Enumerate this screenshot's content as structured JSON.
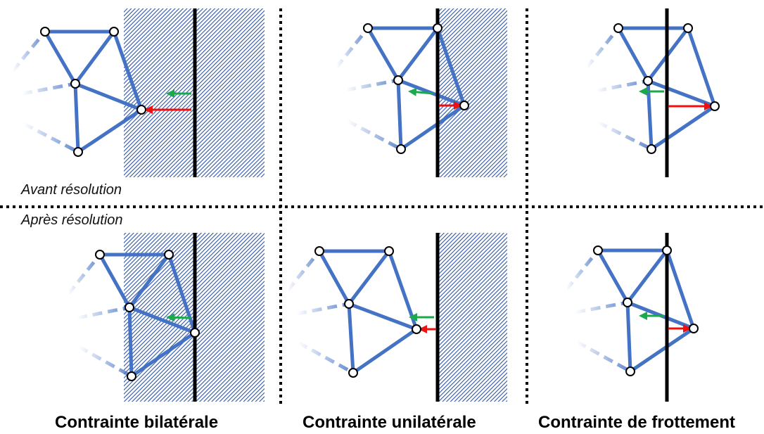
{
  "labels": {
    "before": "Avant résolution",
    "after": "Après résolution"
  },
  "captions": {
    "bilateral": "Contrainte bilatérale",
    "unilateral": "Contrainte unilatérale",
    "friction": "Contrainte de frottement"
  },
  "colors": {
    "mesh": "#4472c4",
    "wall": "#000000",
    "region_hatch": "#2f56a8",
    "arrow_green": "#1aaa4c",
    "arrow_red": "#ee1111",
    "separator": "#000000"
  }
}
